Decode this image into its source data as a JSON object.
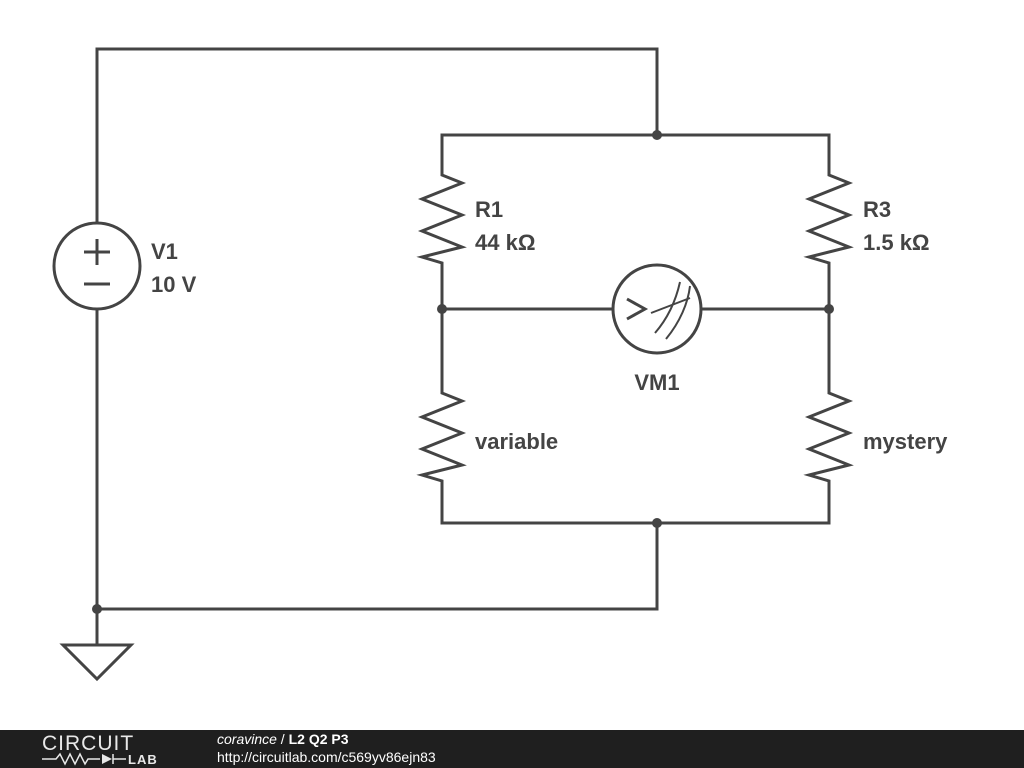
{
  "components": {
    "v1": {
      "name": "V1",
      "value": "10 V"
    },
    "r1": {
      "name": "R1",
      "value": "44 kΩ"
    },
    "r3": {
      "name": "R3",
      "value": "1.5 kΩ"
    },
    "r_variable": {
      "label": "variable"
    },
    "r_mystery": {
      "label": "mystery"
    },
    "vm1": {
      "name": "VM1"
    }
  },
  "footer": {
    "logo_top": "CIRCUIT",
    "logo_bottom": "LAB",
    "user": "coravince",
    "separator": " / ",
    "title": "L2 Q2 P3",
    "url": "http://circuitlab.com/c569yv86ejn83"
  },
  "colors": {
    "ink": "#444444",
    "footer_bg": "#1f1f1f",
    "footer_text": "#ffffff"
  },
  "icons": [
    "voltage-source-icon",
    "resistor-icon",
    "voltmeter-icon",
    "ground-icon",
    "circuitlab-logo"
  ]
}
